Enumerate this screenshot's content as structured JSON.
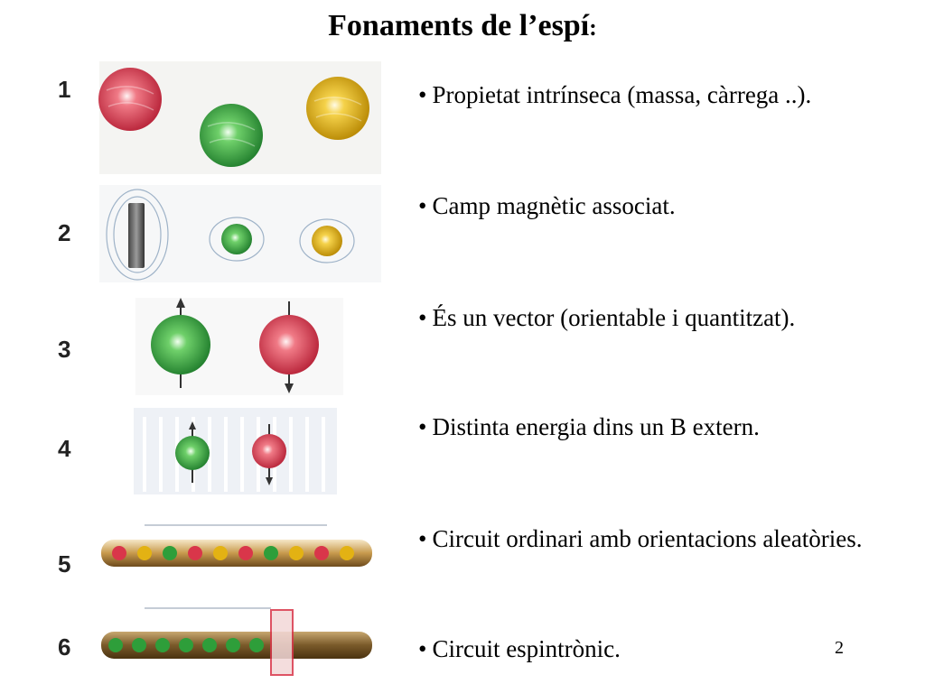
{
  "slide": {
    "title": "Fonaments de l’espí",
    "title_colon": ":",
    "page_number": "2",
    "bullets": [
      {
        "marker": "•",
        "text": "Propietat intrínseca (massa, càrrega ..)."
      },
      {
        "marker": "•",
        "text": "Camp magnètic associat."
      },
      {
        "marker": "•",
        "text": "És un vector (orientable i quantitzat)."
      },
      {
        "marker": "•",
        "text": "Distinta energia dins un B extern."
      },
      {
        "marker": "•",
        "text": "Circuit ordinari amb orientacions aleatòries."
      },
      {
        "marker": "•",
        "text": "Circuit espintrònic."
      }
    ],
    "panel_numbers": [
      "1",
      "2",
      "3",
      "4",
      "5",
      "6"
    ]
  },
  "colors": {
    "red_ball": "#d9364a",
    "green_ball": "#2e9e3a",
    "yellow_ball": "#e3b213",
    "wire": "#7a5a2a"
  }
}
